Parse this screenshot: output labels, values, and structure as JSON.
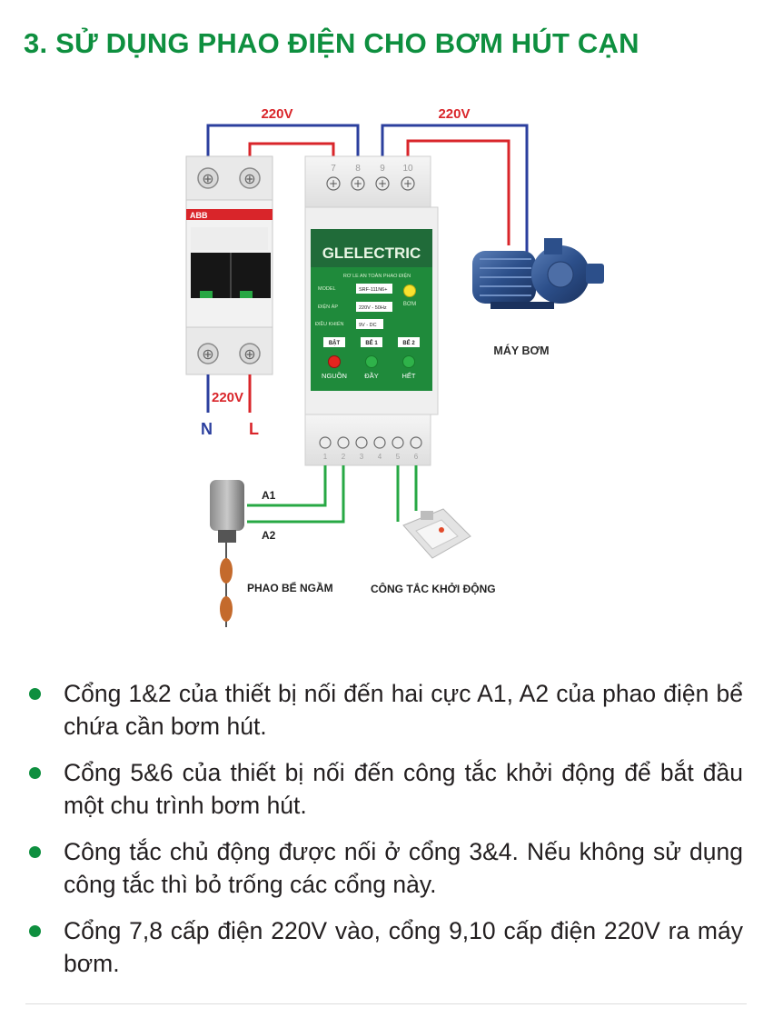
{
  "title": "3. SỬ DỤNG PHAO ĐIỆN CHO BƠM HÚT CẠN",
  "diagram": {
    "voltage_left": "220V",
    "voltage_right": "220V",
    "voltage_bottom": "220V",
    "phase_n": "N",
    "phase_l": "L",
    "breaker_brand": "ABB",
    "top_terminals": [
      "7",
      "8",
      "9",
      "10"
    ],
    "bottom_terminals": [
      "1",
      "2",
      "3",
      "4",
      "5",
      "6"
    ],
    "relay": {
      "brand": "GLELECTRIC",
      "subtitle": "RƠ LE AN TOÀN PHAO ĐIỆN",
      "model_label": "MODEL",
      "model_value": "SRF-111N6+",
      "voltage_label": "ĐIỆN ÁP",
      "voltage_value": "220V - 50Hz",
      "control_label": "ĐIỀU KHIỂN",
      "control_value": "9V - DC",
      "pump_led_label": "BƠM",
      "buttons": [
        "BẬT",
        "BỂ 1",
        "BỂ 2"
      ],
      "leds": [
        "NGUỒN",
        "ĐẦY",
        "HẾT"
      ]
    },
    "pump_label": "MÁY BƠM",
    "a1": "A1",
    "a2": "A2",
    "float_label": "PHAO BỂ NGẦM",
    "switch_label": "CÔNG TẮC KHỞI ĐỘNG",
    "colors": {
      "blue_wire": "#2b3f9e",
      "red_wire": "#d9252a",
      "green_wire": "#27a844",
      "relay_green": "#1f8a3b",
      "brand_green": "#0e8f3f"
    }
  },
  "bullets": [
    "Cổng 1&2 của thiết bị nối đến hai cực A1, A2 của phao điện bể chứa cần bơm hút.",
    "Cổng 5&6 của thiết bị nối đến công tắc khởi động để bắt đầu một chu trình bơm hút.",
    "Công tắc chủ động được nối ở cổng 3&4. Nếu không sử dụng công tắc thì bỏ trống các cổng này.",
    "Cổng 7,8 cấp điện 220V vào, cổng 9,10 cấp điện 220V ra máy bơm."
  ]
}
